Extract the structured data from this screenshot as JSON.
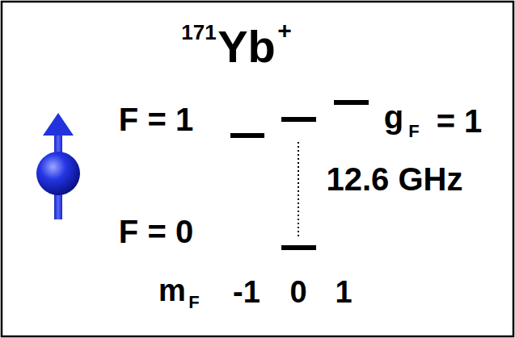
{
  "diagram": {
    "labels": [
      "171",
      "Yb",
      "+",
      "F = 1",
      "F = 0",
      "g",
      "F",
      "= 1",
      "12.6 GHz",
      "m",
      "F",
      "-1",
      "0",
      "1"
    ]
  }
}
